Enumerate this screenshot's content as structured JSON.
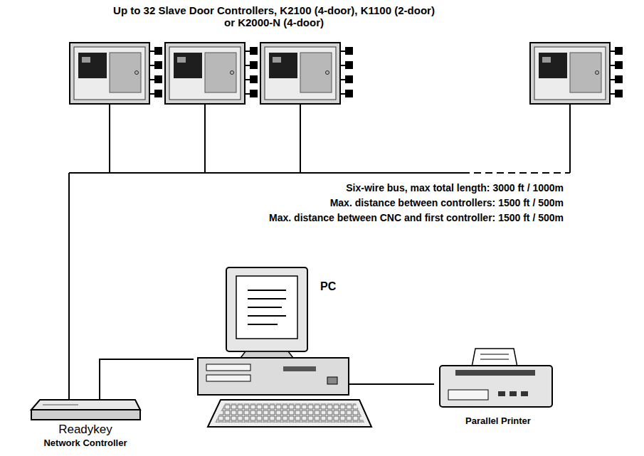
{
  "diagram": {
    "title": "Up to 32 Slave Door Controllers, K2100 (4-door), K1100 (2-door) or K2000-N (4-door)",
    "nodes": [
      {
        "text": [
          "PC"
        ]
      },
      {
        "text": [
          "Parallel Printer"
        ]
      },
      {
        "text": [
          "Readykey",
          "Network Controller"
        ]
      }
    ],
    "edges": [
      {
        "from": 2,
        "to": 0,
        "arrow": "none"
      },
      {
        "from": 0,
        "to": 1,
        "arrow": "none"
      }
    ],
    "labels": [
      "Six-wire bus, max total length: 3000 ft / 1000m",
      "Max. distance between controllers: 1500 ft / 500m",
      "Max. distance between CNC and first controller: 1500 ft / 500m"
    ]
  }
}
